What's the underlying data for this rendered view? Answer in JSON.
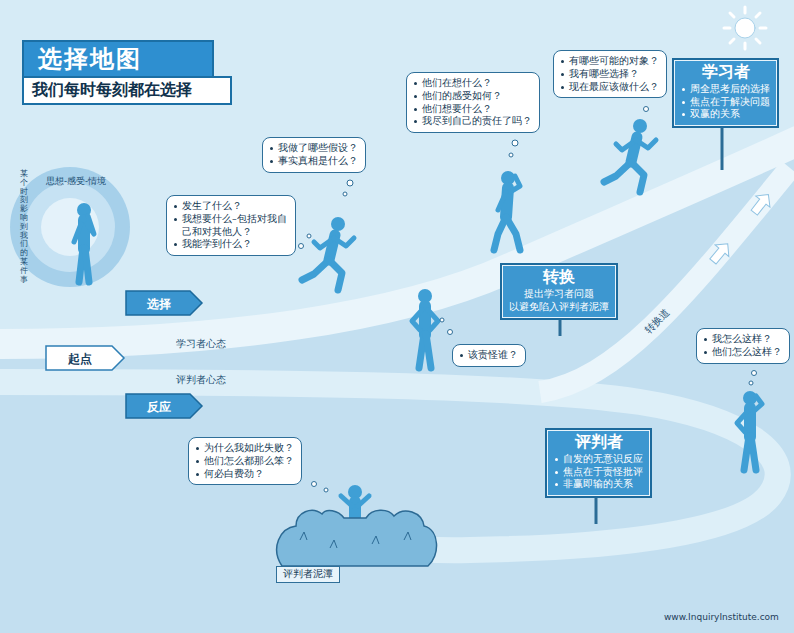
{
  "diagram": {
    "title": "选择地图",
    "caption": "我们每时每刻都在选择",
    "nodes": [
      {
        "text": [
          "某个时刻影响到我们的某件事",
          "思想-感受-情境"
        ]
      },
      {
        "text": [
          "起点"
        ]
      },
      {
        "text": [
          "选择"
        ]
      },
      {
        "text": [
          "反应"
        ]
      },
      {
        "text": [
          "发生了什么？",
          "我想要什么–包括对我自己和对其他人？",
          "我能学到什么？"
        ]
      },
      {
        "text": [
          "我做了哪些假设？",
          "事实真相是什么？"
        ]
      },
      {
        "text": [
          "他们在想什么？",
          "他们的感受如何？",
          "他们想要什么？",
          "我尽到自己的责任了吗？"
        ]
      },
      {
        "text": [
          "有哪些可能的对象？",
          "我有哪些选择？",
          "现在最应该做什么？"
        ]
      },
      {
        "text": [
          "学习者",
          "周全思考后的选择",
          "焦点在于解决问题",
          "双赢的关系"
        ]
      },
      {
        "text": [
          "转换",
          "提出学习者问题 以避免陷入评判者泥潭"
        ]
      },
      {
        "text": [
          "该责怪谁？"
        ]
      },
      {
        "text": [
          "我怎么这样？",
          "他们怎么这样？"
        ]
      },
      {
        "text": [
          "为什么我如此失败？",
          "他们怎么都那么笨？",
          "何必白费劲？"
        ]
      },
      {
        "text": [
          "评判者",
          "自发的无意识反应",
          "焦点在于责怪批评",
          "非赢即输的关系"
        ]
      },
      {
        "text": [
          "评判者泥潭"
        ]
      }
    ],
    "labels": [
      "学习者心态",
      "评判者心态",
      "转换道",
      "www.InquiryInstitute.com"
    ]
  }
}
